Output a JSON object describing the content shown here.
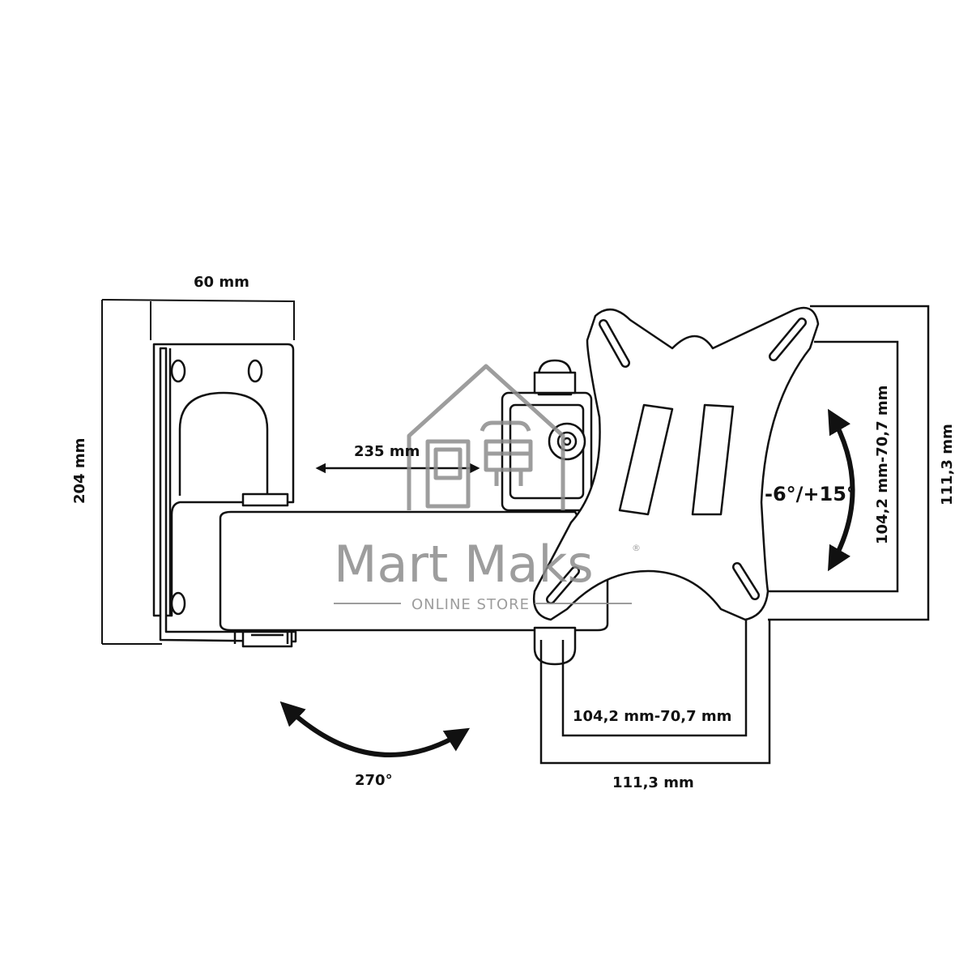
{
  "dimensions": {
    "top_width": "60 mm",
    "height": "204 mm",
    "arm_length": "235 mm",
    "tilt_range": "-6°/+15°",
    "vesa_inner_vertical": "104,2 mm-70,7 mm",
    "vesa_outer_vertical": "111,3 mm",
    "vesa_inner_horizontal": "104,2 mm-70,7 mm",
    "vesa_outer_horizontal": "111,3 mm",
    "swivel_angle": "270°"
  },
  "watermark": {
    "brand": "Mart Maks",
    "registered": "®",
    "subtitle": "ONLINE STORE"
  },
  "colors": {
    "line": "#111111",
    "watermark": "#8c8c8c"
  }
}
